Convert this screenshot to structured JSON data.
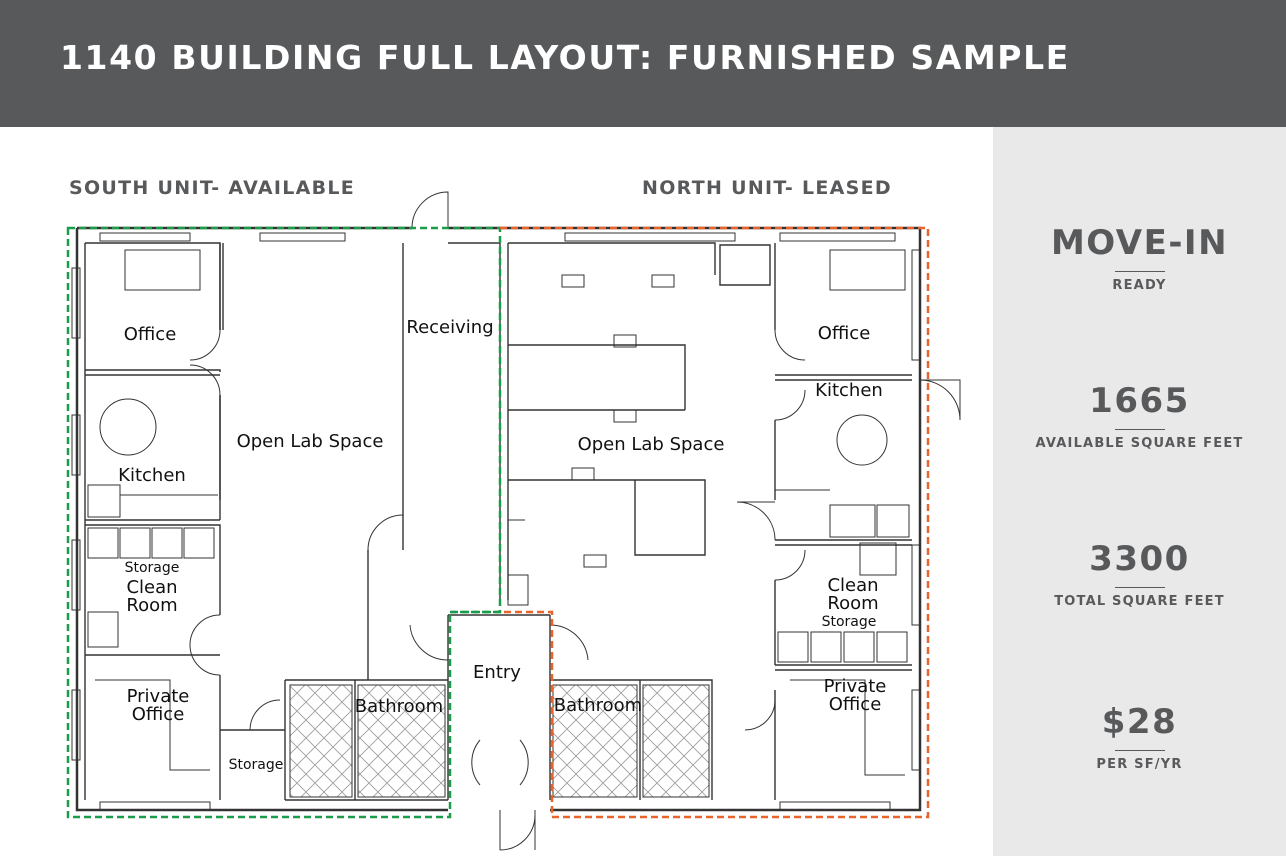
{
  "header": {
    "title": "1140 BUILDING FULL LAYOUT: FURNISHED SAMPLE"
  },
  "units": {
    "south": {
      "title": "SOUTH UNIT- AVAILABLE",
      "color": "#1a9c4a"
    },
    "north": {
      "title": "NORTH UNIT- LEASED",
      "color": "#e8642c"
    }
  },
  "rooms": {
    "south_office": "Office",
    "south_kitchen": "Kitchen",
    "south_storage_label": "Storage",
    "south_clean_room": "Clean\nRoom",
    "south_private_office": "Private\nOffice",
    "south_storage": "Storage",
    "south_bathroom": "Bathroom",
    "south_open_lab": "Open Lab Space",
    "receiving": "Receiving",
    "entry": "Entry",
    "north_bathroom": "Bathroom",
    "north_open_lab": "Open Lab Space",
    "north_office": "Office",
    "north_kitchen": "Kitchen",
    "north_clean_room": "Clean\nRoom",
    "north_storage_label": "Storage",
    "north_private_office": "Private\nOffice"
  },
  "stats": [
    {
      "value": "MOVE-IN",
      "label": "READY"
    },
    {
      "value": "1665",
      "label": "AVAILABLE SQUARE FEET"
    },
    {
      "value": "3300",
      "label": "TOTAL SQUARE FEET"
    },
    {
      "value": "$28",
      "label": "PER SF/YR"
    }
  ],
  "colors": {
    "header": "#58595b",
    "panel": "#e9e9ea",
    "wall": "#333333"
  }
}
